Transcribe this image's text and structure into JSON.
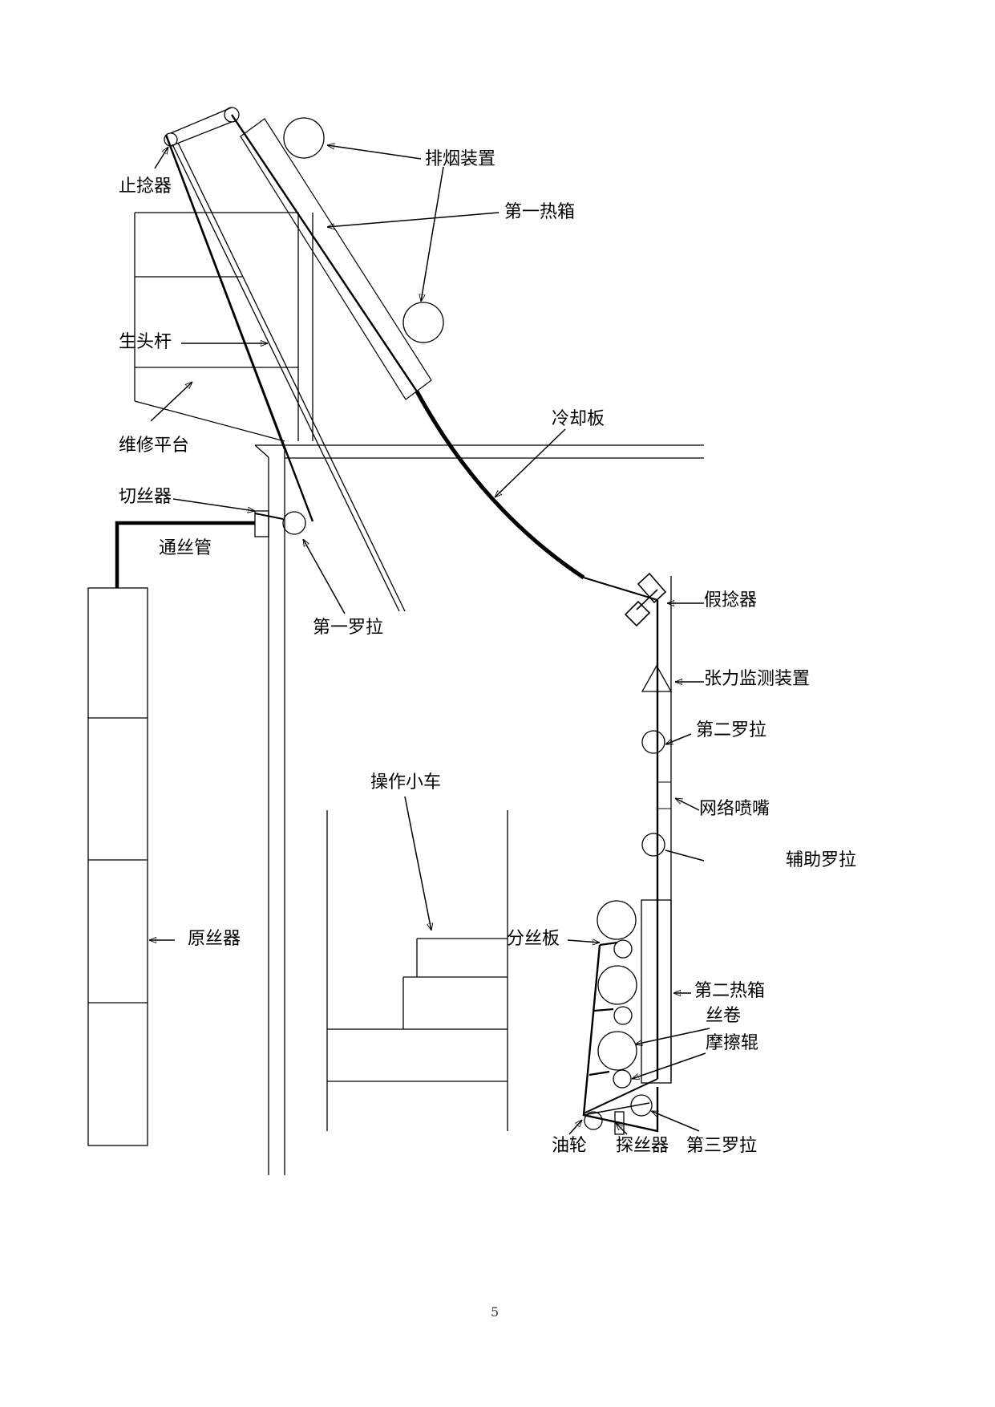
{
  "labels": {
    "exhaust": "排烟装置",
    "stop_twister": "止捻器",
    "hotbox1": "第一热箱",
    "threading_rod": "生头杆",
    "platform": "维修平台",
    "cooling_plate": "冷却板",
    "cutter": "切丝器",
    "tube": "通丝管",
    "roller1": "第一罗拉",
    "false_twister": "假捻器",
    "tension": "张力监测装置",
    "roller2": "第二罗拉",
    "trolley": "操作小车",
    "nozzle": "网络喷嘴",
    "aux_roller": "辅助罗拉",
    "creel": "原丝器",
    "separator": "分丝板",
    "hotbox2": "第二热箱",
    "package": "丝卷",
    "friction_roller": "摩擦辊",
    "oil_wheel": "油轮",
    "detector": "探丝器",
    "roller3": "第三罗拉"
  },
  "page_number": "5"
}
